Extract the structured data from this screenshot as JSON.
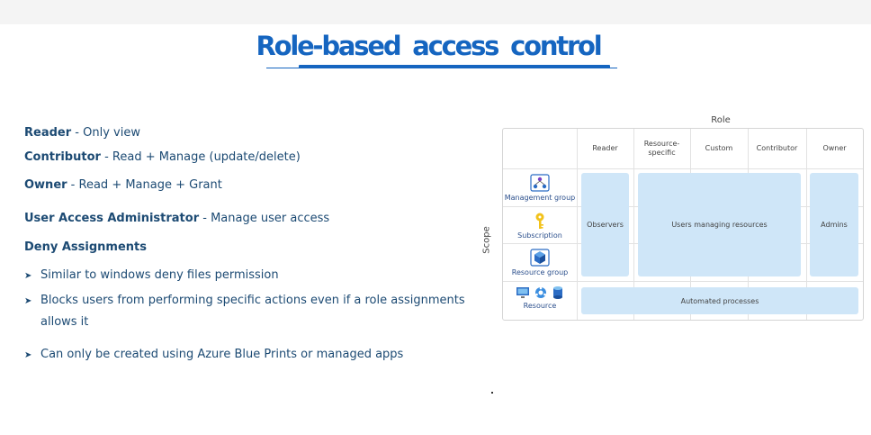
{
  "slide": {
    "title": "Role-based access control"
  },
  "roles": [
    {
      "term": "Reader",
      "sep": " -  ",
      "desc": "Only view"
    },
    {
      "term": "Contributor",
      "sep": " -   ",
      "desc": "Read + Manage (update/delete)"
    },
    {
      "term": "Owner",
      "sep": " -  ",
      "desc": "Read + Manage + Grant"
    },
    {
      "term": "User Access Administrator",
      "sep": " -  ",
      "desc": "Manage user access"
    }
  ],
  "deny": {
    "heading": "Deny Assignments",
    "bullets": [
      "Similar to windows deny files permission",
      "Blocks users from performing specific actions even if a role assignments",
      "allows it",
      "Can only be created using Azure Blue Prints or managed apps"
    ]
  },
  "diagram": {
    "role_label": "Role",
    "scope_label": "Scope",
    "columns": [
      "Reader",
      "Resource-\nspecific",
      "Custom",
      "Contributor",
      "Owner"
    ],
    "column_lines": [
      [
        "Reader"
      ],
      [
        "Resource-",
        "specific"
      ],
      [
        "Custom"
      ],
      [
        "Contributor"
      ],
      [
        "Owner"
      ]
    ],
    "scopes": [
      "Management group",
      "Subscription",
      "Resource group",
      "Resource"
    ],
    "blocks": {
      "observers": "Observers",
      "users_managing": "Users managing resources",
      "admins": "Admins",
      "automated": "Automated processes"
    },
    "icons": [
      "management-group-icon",
      "key-icon",
      "resource-group-cube-icon",
      "monitor-icon",
      "network-icon",
      "database-icon"
    ],
    "colors": {
      "block_fill": "#cfe6f8",
      "accent": "#1565c0",
      "icon_blue": "#2b6cc4",
      "key_gold": "#f2c21b"
    }
  }
}
